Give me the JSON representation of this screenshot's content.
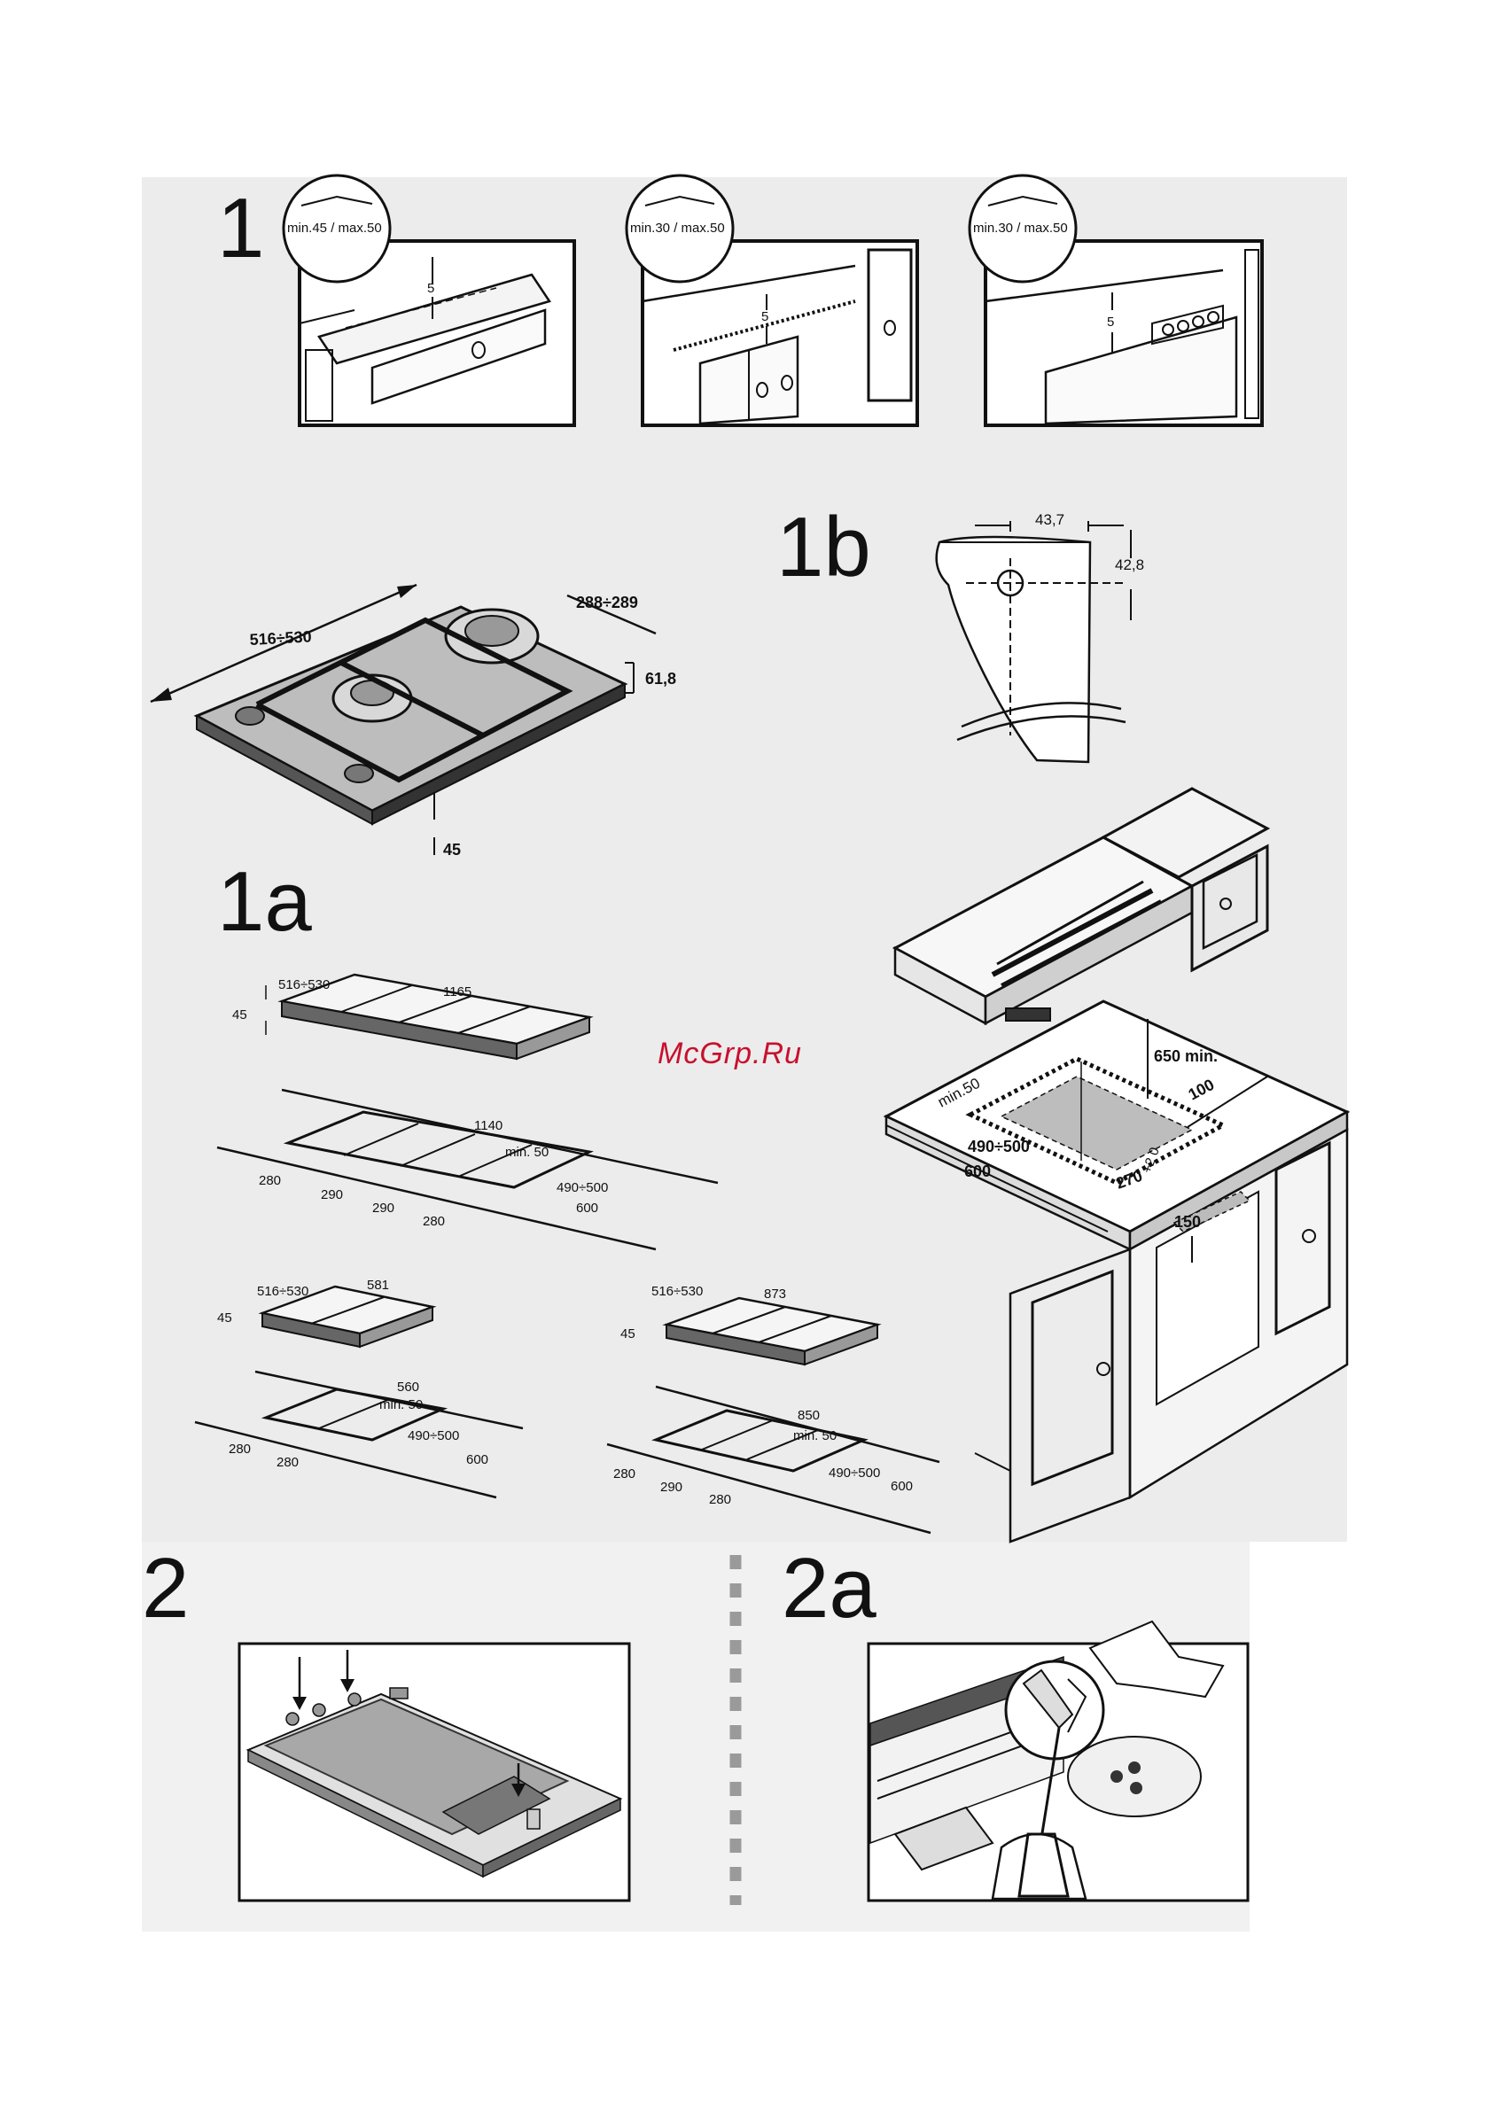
{
  "watermark": "McGrp.Ru",
  "labels": {
    "step1": "1",
    "step1a": "1a",
    "step1b": "1b",
    "step2": "2",
    "step2a": "2a"
  },
  "step1_panels": [
    {
      "range": "min.45 / max.50",
      "gap": "5"
    },
    {
      "range": "min.30 / max.50",
      "gap": "5"
    },
    {
      "range": "min.30 / max.50",
      "gap": "5"
    }
  ],
  "hob_dims": {
    "width": "516÷530",
    "depth": "288÷289",
    "height": "61,8",
    "below": "45"
  },
  "bracket_1b": {
    "x": "43,7",
    "y": "42,8"
  },
  "cabinet": {
    "hood": "650 min.",
    "back": "100",
    "side": "min.50",
    "depth_range": "490÷500",
    "depth": "600",
    "cut": "270",
    "tol": "+2 0",
    "below": "150"
  },
  "layout_4": {
    "w": "516÷530",
    "len": "1165",
    "h": "45",
    "cut_len": "1140",
    "min": "min. 50",
    "pos": [
      "280",
      "290",
      "290",
      "280"
    ],
    "depth_range": "490÷500",
    "depth": "600"
  },
  "layout_2": {
    "w": "516÷530",
    "len": "581",
    "h": "45",
    "cut_len": "560",
    "min": "min. 50",
    "pos": [
      "280",
      "280"
    ],
    "depth_range": "490÷500",
    "depth": "600"
  },
  "layout_3": {
    "w": "516÷530",
    "len": "873",
    "h": "45",
    "cut_len": "850",
    "min": "min. 50",
    "pos": [
      "280",
      "290",
      "280"
    ],
    "depth_range": "490÷500",
    "depth": "600"
  }
}
